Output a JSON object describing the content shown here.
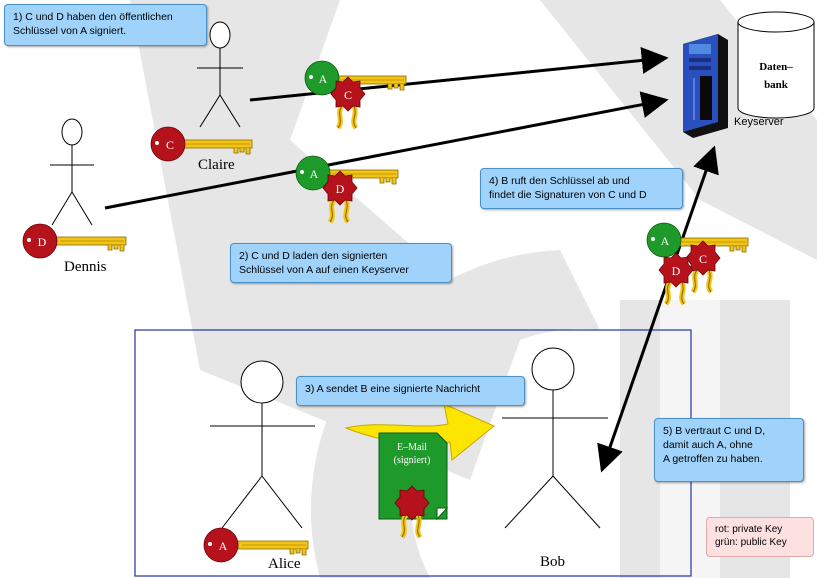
{
  "notes": {
    "step1": "1) C und D haben den öffentlichen\nSchlüssel von A signiert.",
    "step2": "2) C und D laden den signierten\nSchlüssel von A auf einen Keyserver",
    "step3": "3) A sendet B eine signierte Nachricht",
    "step4": "4) B ruft den Schlüssel ab und\nfindet die Signaturen von C und D",
    "step5": "5) B vertraut C und D,\ndamit auch A, ohne\nA getroffen zu haben."
  },
  "legend": "rot: private Key\ngrün: public Key",
  "people": {
    "claire": "Claire",
    "dennis": "Dennis",
    "alice": "Alice",
    "bob": "Bob"
  },
  "key_letters": {
    "a": "A",
    "c": "C",
    "d": "D"
  },
  "server": {
    "label": "Keyserver",
    "db_line1": "Daten–",
    "db_line2": "bank"
  },
  "email": {
    "line1": "E–Mail",
    "line2": "(signiert)"
  },
  "colors": {
    "note_bg": "#9fd3fb",
    "private_key": "#b5121b",
    "public_key": "#1e9a2a",
    "key_gold": "#f2c418",
    "frame": "#2233aa",
    "watermark": "#e6e6e6",
    "legend_bg": "#fde0e0"
  }
}
